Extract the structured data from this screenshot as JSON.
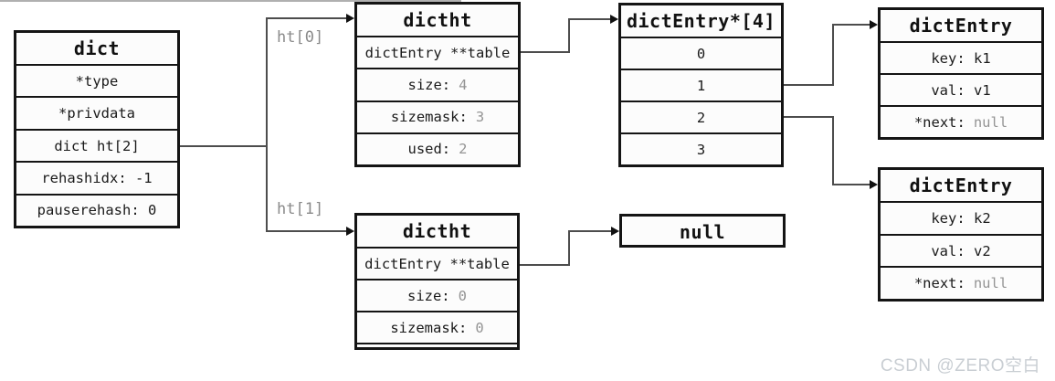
{
  "labels": {
    "ht0": "ht[0]",
    "ht1": "ht[1]"
  },
  "watermark": "CSDN @ZERO空白",
  "colors": {
    "border": "#141414",
    "muted_value": "#949494",
    "connector": "#4d4d4d",
    "label_grey": "#8a8a8a",
    "watermark_grey": "#c9ced3"
  },
  "boxes": {
    "dict": {
      "title": "dict",
      "rows": [
        {
          "t": "*type"
        },
        {
          "t": "*privdata"
        },
        {
          "t": "dict ht[2]"
        },
        {
          "t": "rehashidx: -1"
        },
        {
          "t": "pauserehash: 0"
        }
      ]
    },
    "dictht_top": {
      "title": "dictht",
      "rows": [
        {
          "t": "dictEntry **table"
        },
        {
          "t": "size:",
          "v": "4"
        },
        {
          "t": "sizemask:",
          "v": "3"
        },
        {
          "t": "used:",
          "v": "2"
        }
      ]
    },
    "dictht_bottom": {
      "title": "dictht",
      "rows": [
        {
          "t": "dictEntry **table"
        },
        {
          "t": "size:",
          "v": "0"
        },
        {
          "t": "sizemask:",
          "v": "0"
        }
      ]
    },
    "dict_entry_array": {
      "title": "dictEntry*[4]",
      "rows": [
        {
          "t": "0"
        },
        {
          "t": "1"
        },
        {
          "t": "2"
        },
        {
          "t": "3"
        }
      ]
    },
    "dict_entry_1": {
      "title": "dictEntry",
      "rows": [
        {
          "t": "key: k1"
        },
        {
          "t": "val: v1"
        },
        {
          "t": "*next:",
          "v": "null"
        }
      ]
    },
    "dict_entry_2": {
      "title": "dictEntry",
      "rows": [
        {
          "t": "key: k2"
        },
        {
          "t": "val: v2"
        },
        {
          "t": "*next:",
          "v": "null"
        }
      ]
    },
    "null_box": {
      "title": "null"
    }
  }
}
